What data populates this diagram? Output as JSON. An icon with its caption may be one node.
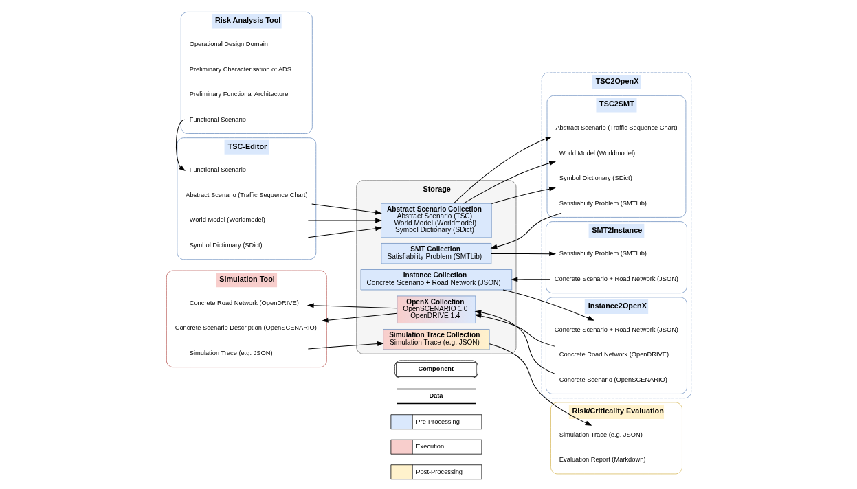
{
  "diagram": {
    "nodes": [
      {
        "text": [
          "TSC-Editor"
        ]
      },
      {
        "text": [
          "Functional Scenario"
        ],
        "in": 0
      },
      {
        "text": [
          "Abstract Scenario (Traffic Sequence Chart)"
        ],
        "in": 0
      },
      {
        "text": [
          "World Model (Worldmodel)"
        ],
        "in": 0
      },
      {
        "text": [
          "Symbol Dictionary (SDict)"
        ],
        "in": 0
      },
      {
        "text": [
          "Risk Analysis Tool"
        ]
      },
      {
        "text": [
          "Operational Design Domain"
        ],
        "in": 5
      },
      {
        "text": [
          "Preliminary Characterisation of ADS"
        ],
        "in": 5
      },
      {
        "text": [
          "Preliminary Functional Architecture"
        ],
        "in": 5
      },
      {
        "text": [
          "Functional Scenario"
        ],
        "in": 5
      },
      {
        "text": [
          "Simulation Tool"
        ]
      },
      {
        "text": [
          "Concrete Road Network (OpenDRIVE)"
        ],
        "in": 10
      },
      {
        "text": [
          "Concrete Scenario Description (OpenSCENARIO)"
        ],
        "in": 10
      },
      {
        "text": [
          "Simulation Trace (e.g. JSON)"
        ],
        "in": 10
      },
      {
        "text": [
          "Storage"
        ]
      },
      {
        "text": [
          "Abstract Scenario Collection",
          "Abstract Scenario (TSC)",
          "World Model (Worldmodel)",
          "Symbol Dictionary (SDict)"
        ],
        "in": 14
      },
      {
        "text": [
          "SMT Collection",
          "Satisfiability Problem (SMTLib)"
        ],
        "in": 14
      },
      {
        "text": [
          "Instance Collection",
          "Concrete Scenario + Road Network (JSON)"
        ],
        "in": 14
      },
      {
        "text": [
          "OpenX Collection",
          "OpenSCENARIO 1.0",
          "OpenDRIVE 1.4"
        ],
        "in": 14
      },
      {
        "text": [
          "Simulation Trace Collection",
          "Simulation Trace (e.g. JSON)"
        ],
        "in": 14
      },
      {
        "text": [
          "TSC2OpenX"
        ]
      },
      {
        "text": [
          "TSC2SMT"
        ],
        "in": 20
      },
      {
        "text": [
          "Abstract Scenario (Traffic Sequence Chart)"
        ],
        "in": 21
      },
      {
        "text": [
          "World Model (Worldmodel)"
        ],
        "in": 21
      },
      {
        "text": [
          "Symbol Dictionary (SDict)"
        ],
        "in": 21
      },
      {
        "text": [
          "Satisfiability Problem (SMTLib)"
        ],
        "in": 21
      },
      {
        "text": [
          "SMT2Instance"
        ],
        "in": 20
      },
      {
        "text": [
          "Satisfiability Problem (SMTLib)"
        ],
        "in": 26
      },
      {
        "text": [
          "Concrete Scenario + Road Network (JSON)"
        ],
        "in": 26
      },
      {
        "text": [
          "Instance2OpenX"
        ],
        "in": 20
      },
      {
        "text": [
          "Concrete Scenario + Road Network (JSON)"
        ],
        "in": 29
      },
      {
        "text": [
          "Concrete Road Network (OpenDRIVE)"
        ],
        "in": 29
      },
      {
        "text": [
          "Concrete Scenario (OpenSCENARIO)"
        ],
        "in": 29
      },
      {
        "text": [
          "Risk/Criticality Evaluation"
        ]
      },
      {
        "text": [
          "Simulation Trace (e.g. JSON)"
        ],
        "in": 33
      },
      {
        "text": [
          "Evaluation Report (Markdown)"
        ],
        "in": 33
      }
    ],
    "edges": [
      {
        "from": 9,
        "to": 1,
        "arrow": "to"
      },
      {
        "from": 2,
        "to": 15,
        "arrow": "to"
      },
      {
        "from": 3,
        "to": 15,
        "arrow": "to"
      },
      {
        "from": 4,
        "to": 15,
        "arrow": "to"
      },
      {
        "from": 15,
        "to": 22,
        "arrow": "to"
      },
      {
        "from": 15,
        "to": 23,
        "arrow": "to"
      },
      {
        "from": 15,
        "to": 24,
        "arrow": "to"
      },
      {
        "from": 25,
        "to": 16,
        "arrow": "to"
      },
      {
        "from": 16,
        "to": 27,
        "arrow": "to"
      },
      {
        "from": 28,
        "to": 17,
        "arrow": "to"
      },
      {
        "from": 17,
        "to": 30,
        "arrow": "to"
      },
      {
        "from": 31,
        "to": 18,
        "arrow": "to"
      },
      {
        "from": 32,
        "to": 18,
        "arrow": "to"
      },
      {
        "from": 18,
        "to": 11,
        "arrow": "to"
      },
      {
        "from": 18,
        "to": 12,
        "arrow": "to"
      },
      {
        "from": 13,
        "to": 19,
        "arrow": "to"
      },
      {
        "from": 19,
        "to": 34,
        "arrow": "to"
      }
    ],
    "legend": [
      {
        "text": "Component"
      },
      {
        "text": "Data"
      },
      {
        "text": "Pre-Processing",
        "color": "#dae8fc"
      },
      {
        "text": "Execution",
        "color": "#f8cecc"
      },
      {
        "text": "Post-Processing",
        "color": "#fff2cc"
      }
    ]
  }
}
